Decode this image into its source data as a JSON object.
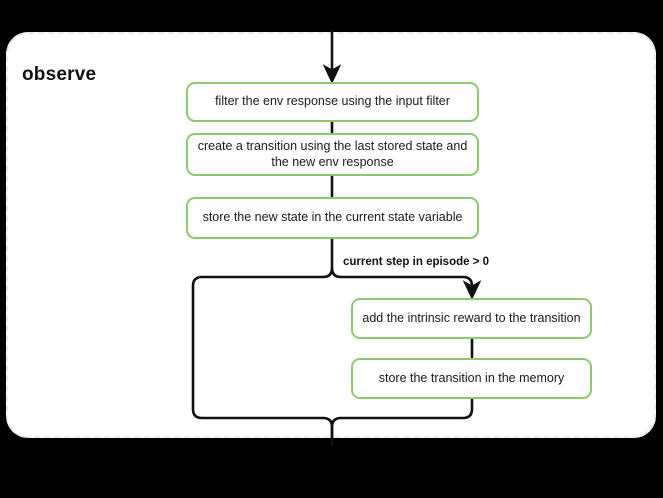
{
  "diagram": {
    "background_color": "#000000",
    "subgraph": {
      "title": "observe",
      "border_style": "dashed",
      "border_color": "#e9e9e9",
      "fill_color": "#ffffff"
    },
    "node_border_color": "#8DC96F",
    "edge_color": "#111111",
    "nodes": [
      {
        "id": "filter-env",
        "label": "filter the env response using the input filter"
      },
      {
        "id": "create-trans",
        "label": "create a transition using the last stored state and the new env response"
      },
      {
        "id": "store-state",
        "label": "store the new state in the current state variable"
      },
      {
        "id": "add-reward",
        "label": "add the intrinsic reward to the transition"
      },
      {
        "id": "store-trans",
        "label": "store the transition in the memory"
      }
    ],
    "edge_labels": [
      {
        "id": "step-condition",
        "label": "current step in episode > 0"
      }
    ]
  }
}
